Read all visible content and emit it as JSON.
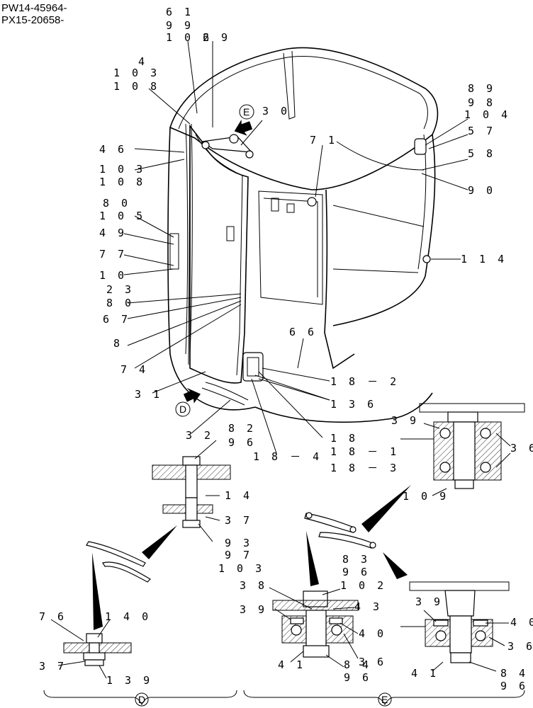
{
  "header": {
    "line1": "PW14-45964-",
    "line2": "PX15-20658-"
  },
  "views": {
    "D": "D",
    "E": "E"
  },
  "labels": {
    "l61": "6 1",
    "l99": "9 9",
    "l106": "1 0 6",
    "l29": "2 9",
    "l4": "4",
    "l103a": "1 0 3",
    "l108a": "1 0 8",
    "l46": "4 6",
    "l103b": "1 0 3",
    "l108b": "1 0 8",
    "l80a": "8 0",
    "l105": "1 0 5",
    "l49": "4 9",
    "l77": "7 7",
    "l10": "1 0",
    "l23": "2 3",
    "l80b": "8 0",
    "l67": "6 7",
    "l8": "8",
    "l74": "7 4",
    "l31": "3 1",
    "l32": "3 2",
    "l30": "3 0",
    "l71": "7 1",
    "l89": "8 9",
    "l98": "9 8",
    "l104": "1 0 4",
    "l57": "5 7",
    "l58": "5 8",
    "l90": "9 0",
    "l114": "1 1 4",
    "l66": "6 6",
    "l18_2": "1 8 － 2",
    "l136": "1 3 6",
    "l18": "1 8",
    "l18_1": "1 8 － 1",
    "l18_3": "1 8 － 3",
    "l18_4": "1 8 － 4",
    "l82": "8 2",
    "l96a": "9 6",
    "l14": "1 4",
    "l37a": "3 7",
    "l93": "9 3",
    "l97": "9 7",
    "l103c": "1 0 3",
    "l39a": "3 9",
    "l36a": "3 6",
    "l109": "1 0 9",
    "l83": "8 3",
    "l96b": "9 6",
    "l102": "1 0 2",
    "l38": "3 8",
    "l43": "4 3",
    "l39b": "3 9",
    "l40a": "4 0",
    "l36b": "3 6",
    "l41a": "4 1",
    "l84a": "8 4",
    "l96c": "9 6",
    "l39c": "3 9",
    "l40b": "4 0",
    "l36c": "3 6",
    "l41b": "4 1",
    "l84b": "8 4",
    "l96d": "9 6",
    "l76": "7 6",
    "l140": "1 4 0",
    "l37b": "3 7",
    "l139": "1 3 9"
  }
}
